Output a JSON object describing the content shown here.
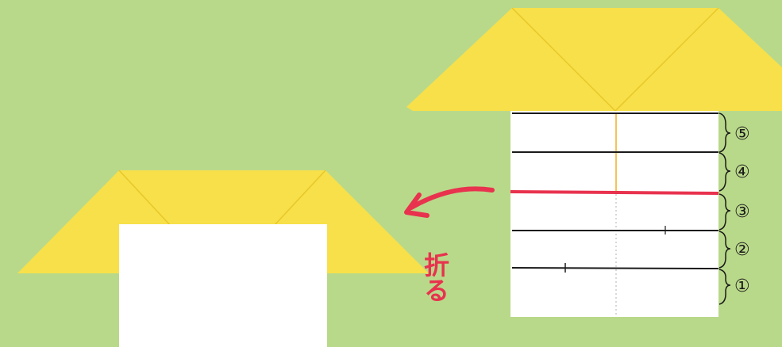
{
  "colors": {
    "background": "#b9d98a",
    "roof_yellow": "#f7e04a",
    "roof_fold_line": "#e8c72a",
    "paper_white": "#ffffff",
    "line_black": "#1a1a1a",
    "fold_red": "#e8324e"
  },
  "annotation": {
    "fold_text": "折る"
  },
  "sections": [
    {
      "label": "⑤"
    },
    {
      "label": "④"
    },
    {
      "label": "③"
    },
    {
      "label": "②"
    },
    {
      "label": "①"
    }
  ]
}
